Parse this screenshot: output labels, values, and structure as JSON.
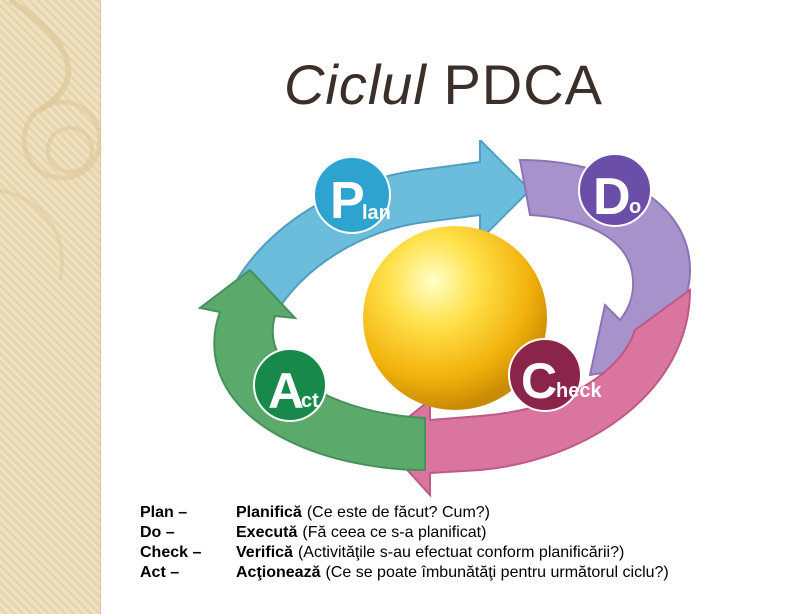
{
  "slide": {
    "title_italic": "Ciclul",
    "title_rest": "PDCA"
  },
  "cycle": {
    "plan": {
      "cap": "P",
      "rest": "lan"
    },
    "do": {
      "cap": "D",
      "rest": "o"
    },
    "check": {
      "cap": "C",
      "rest": "heck"
    },
    "act": {
      "cap": "A",
      "rest": "ct"
    }
  },
  "legend": [
    {
      "term": "Plan –",
      "verb": "Planifică",
      "desc": "(Ce este de făcut? Cum?)"
    },
    {
      "term": "Do –",
      "verb": "Execută",
      "desc": "(Fă ceea ce s-a planificat)"
    },
    {
      "term": "Check –",
      "verb": "Verifică",
      "desc": "(Activităţile s-au efectuat conform planificării?)"
    },
    {
      "term": "Act –",
      "verb": "Acţionează",
      "desc": "(Ce se poate îmbunătăţi pentru următorul ciclu?)"
    }
  ],
  "colors": {
    "plan": "#5fb4d8",
    "do": "#a58dc8",
    "check": "#d96f9c",
    "act": "#5aa86a",
    "sphere": "#f7c21a",
    "sidebar": "#efe2c2"
  }
}
